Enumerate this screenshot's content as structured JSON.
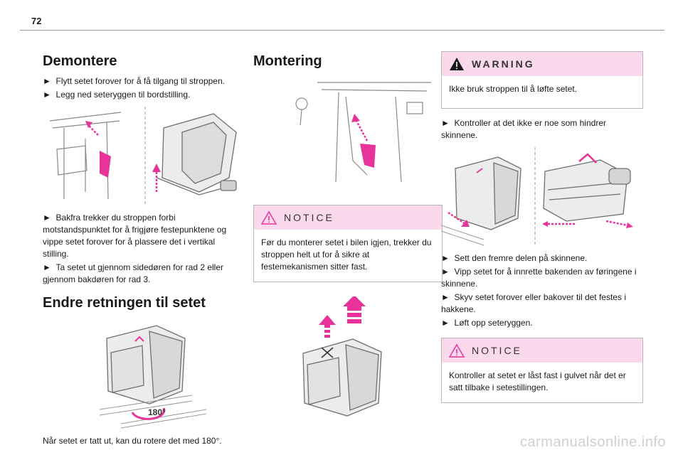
{
  "page": {
    "number": "72",
    "footer": "carmanualsonline.info"
  },
  "col1": {
    "title1": "Demontere",
    "bullets1": [
      "Flytt setet forover for å få tilgang til stroppen.",
      "Legg ned seteryggen til bordstilling."
    ],
    "bullets2": [
      "Bakfra trekker du stroppen forbi motstandspunktet for å frigjøre festepunktene og vippe setet forover for å plassere det i vertikal stilling.",
      "Ta setet ut gjennom sidedøren for rad 2 eller gjennom bakdøren for rad 3."
    ],
    "title2": "Endre retningen til setet",
    "rotation_label": "180°",
    "caption": "Når setet er tatt ut, kan du rotere det med 180°."
  },
  "col2": {
    "title": "Montering",
    "notice_label": "NOTICE",
    "notice_text": "Før du monterer setet i bilen igjen, trekker du stroppen helt ut for å sikre at festemekanismen sitter fast."
  },
  "col3": {
    "warning_label": "WARNING",
    "warning_text": "Ikke bruk stroppen til å løfte setet.",
    "bullets1": [
      "Kontroller at det ikke er noe som hindrer skinnene."
    ],
    "bullets2": [
      "Sett den fremre delen på skinnene.",
      "Vipp setet for å innrette bakenden av føringene i skinnene.",
      "Skyv setet forover eller bakover til det festes i hakkene.",
      "Løft opp seteryggen."
    ],
    "notice_label": "NOTICE",
    "notice_text": "Kontroller at setet er låst fast i gulvet når det er satt tilbake i setestillingen."
  },
  "colors": {
    "accent": "#e8339a",
    "box_header": "#fbd9ec",
    "line": "#9a9a9a"
  }
}
